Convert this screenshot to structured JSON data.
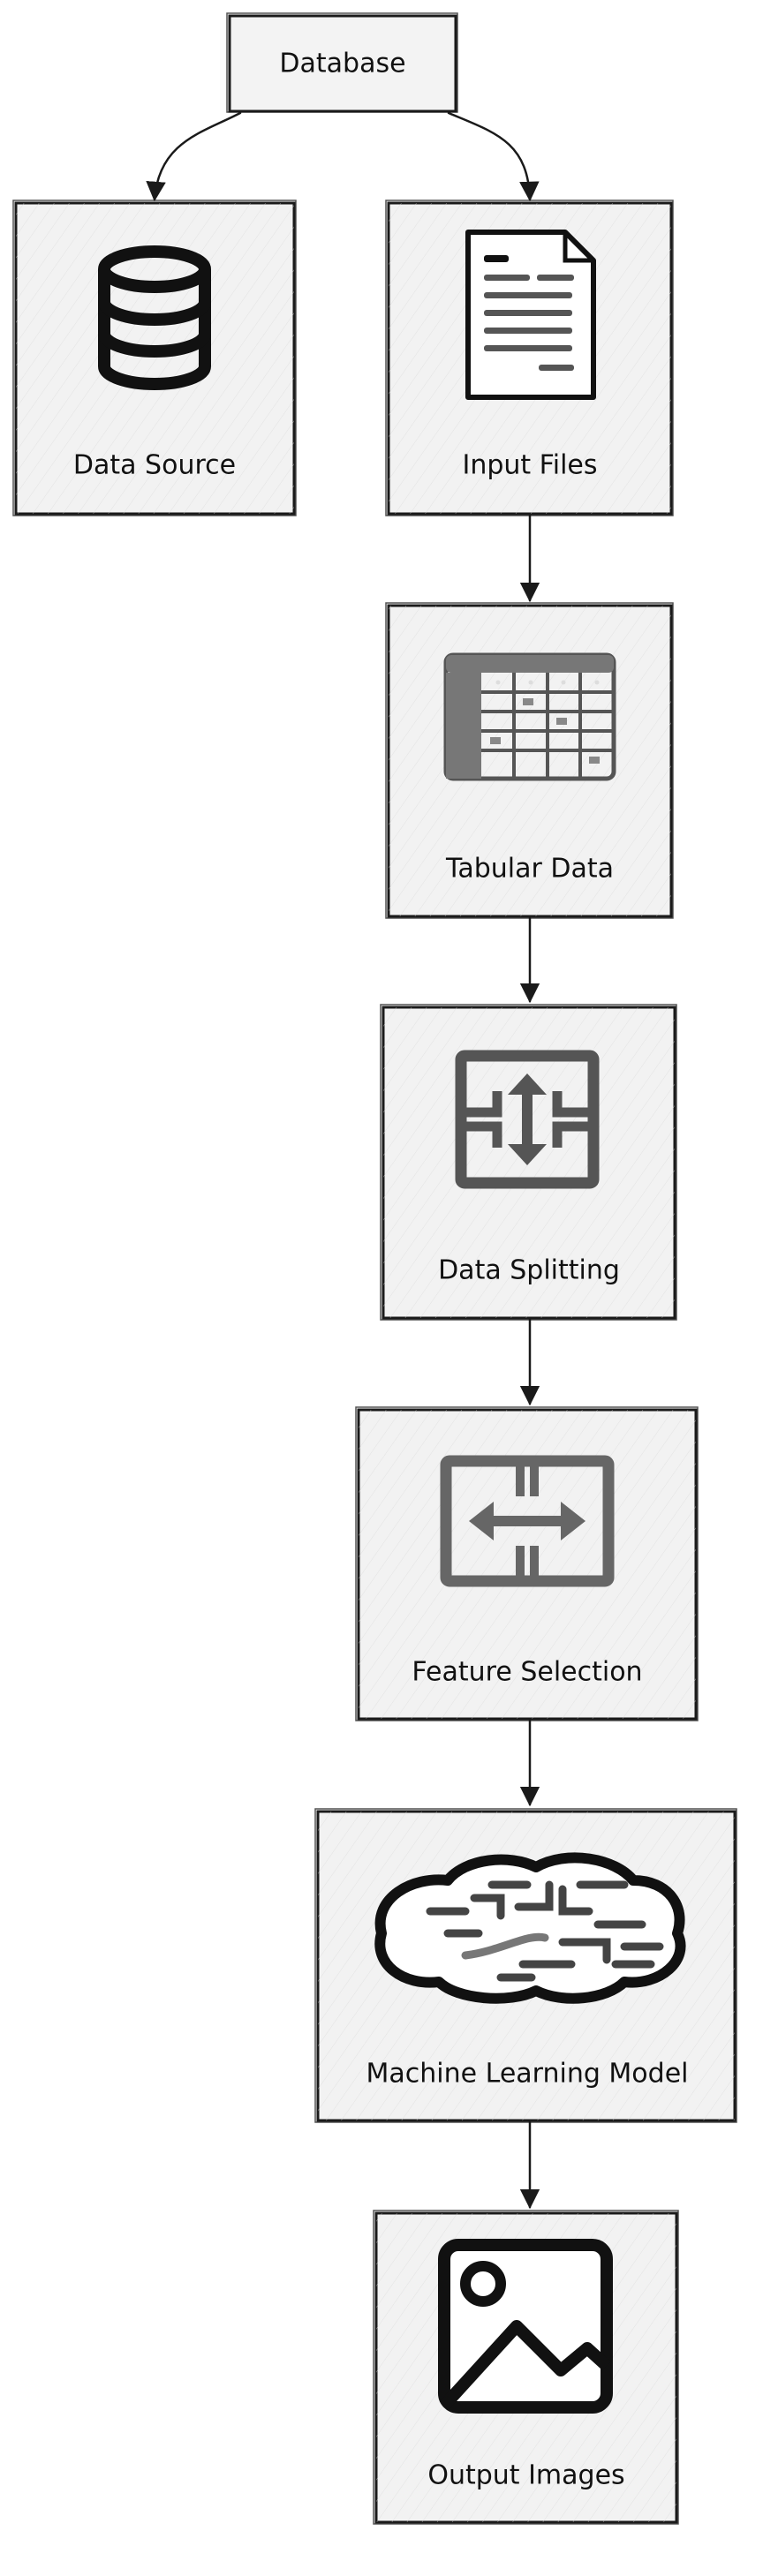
{
  "diagram": {
    "nodes": {
      "database": {
        "label": "Database"
      },
      "data_source": {
        "label": "Data Source",
        "icon": "database-icon"
      },
      "input_files": {
        "label": "Input Files",
        "icon": "document-icon"
      },
      "tabular_data": {
        "label": "Tabular Data",
        "icon": "table-icon"
      },
      "data_splitting": {
        "label": "Data Splitting",
        "icon": "split-vertical-arrows-icon"
      },
      "feature_selection": {
        "label": "Feature Selection",
        "icon": "horizontal-arrows-icon"
      },
      "ml_model": {
        "label": "Machine Learning Model",
        "icon": "brain-circuit-icon"
      },
      "output_images": {
        "label": "Output Images",
        "icon": "image-icon"
      }
    },
    "edges": [
      {
        "from": "Database",
        "to": "Data Source"
      },
      {
        "from": "Database",
        "to": "Input Files"
      },
      {
        "from": "Input Files",
        "to": "Tabular Data"
      },
      {
        "from": "Tabular Data",
        "to": "Data Splitting"
      },
      {
        "from": "Data Splitting",
        "to": "Feature Selection"
      },
      {
        "from": "Feature Selection",
        "to": "Machine Learning Model"
      },
      {
        "from": "Machine Learning Model",
        "to": "Output Images"
      }
    ],
    "colors": {
      "box_fill": "#f2f2f2",
      "stroke": "#1a1a1a",
      "icon_gray": "#555555",
      "icon_dark": "#111111"
    }
  }
}
